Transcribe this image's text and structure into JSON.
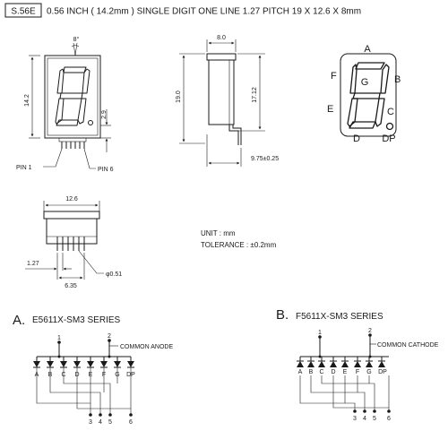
{
  "header": {
    "code": "S.56E",
    "title": "0.56  INCH  ( 14.2mm )  SINGLE  DIGIT  ONE  LINE  1.27  PITCH  19 X 12.6 X 8mm"
  },
  "front_view": {
    "angle": "8°",
    "height": "14.2",
    "dp_offset": "2.9",
    "pin1": "PIN 1",
    "pin6": "PIN 6"
  },
  "side_view": {
    "depth": "8.0",
    "total_height": "19.0",
    "body_height": "17.12",
    "pin_length": "9.75±0.25"
  },
  "segments": {
    "a": "A",
    "b": "B",
    "c": "C",
    "d": "D",
    "e": "E",
    "f": "F",
    "g": "G",
    "dp": "DP"
  },
  "bottom_view": {
    "width": "12.6",
    "pitch": "1.27",
    "span": "6.35",
    "pin_dia": "φ0.51"
  },
  "notes": {
    "unit": "UNIT : mm",
    "tolerance": "TOLERANCE : ±0.2mm"
  },
  "circuit_a": {
    "marker": "A.",
    "series": "E5611X-SM3  SERIES",
    "common": "COMMON ANODE",
    "top_pins": [
      "1",
      "2"
    ],
    "segments": [
      "A",
      "B",
      "C",
      "D",
      "E",
      "F",
      "G",
      "DP"
    ],
    "bottom_pins": [
      "3",
      "4",
      "5",
      "6"
    ]
  },
  "circuit_b": {
    "marker": "B.",
    "series": "F5611X-SM3  SERIES",
    "common": "COMMON CATHODE",
    "top_pins": [
      "1",
      "2"
    ],
    "segments": [
      "A",
      "B",
      "C",
      "D",
      "E",
      "F",
      "G",
      "DP"
    ],
    "bottom_pins": [
      "3",
      "4",
      "5",
      "6"
    ]
  }
}
